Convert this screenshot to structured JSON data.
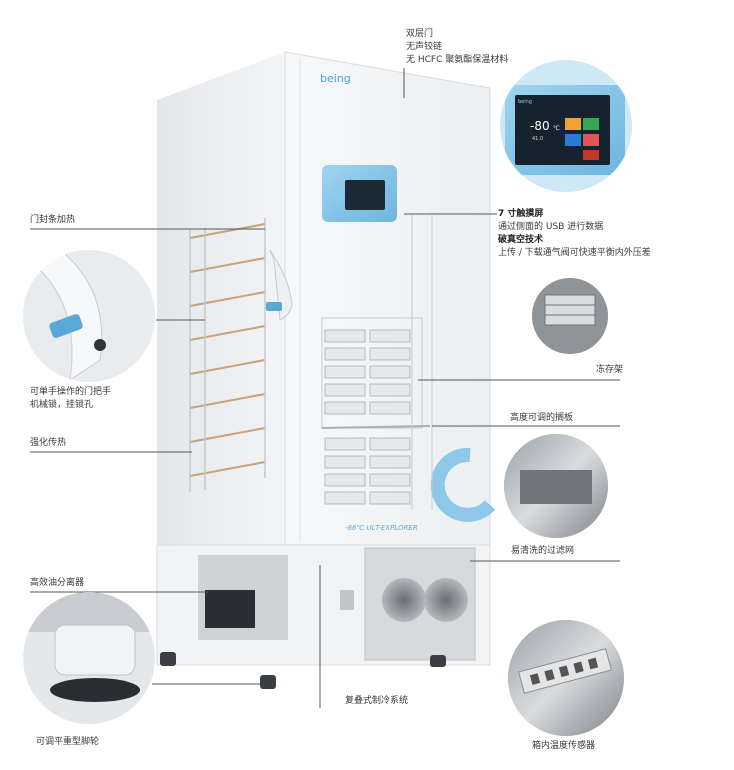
{
  "brand": "being",
  "screen": {
    "brand": "being",
    "temp": "-80",
    "unit": "℃",
    "small_value": "41.0"
  },
  "front_badge": "-86℃ ULT-EXPLORER",
  "callouts": {
    "door": [
      "双层门",
      "无声铰链",
      "无 HCFC 聚氨酯保温材料"
    ],
    "touch_title": "7 寸触摸屏",
    "touch_desc": "通过侧面的 USB 进行数据",
    "vacuum_title": "破真空技术",
    "vacuum_desc": "上传 / 下载通气阀可快速平衡内外压差",
    "seal": "门封条加热",
    "handle": [
      "可单手操作的门把手",
      "机械锁，挂锁孔"
    ],
    "heat": "强化传热",
    "rack": "冻存架",
    "shelf": "高度可调的搁板",
    "filter": "易清洗的过滤网",
    "oil": "高效油分离器",
    "cascade": "复叠式制冷系统",
    "caster": "可调平重型脚轮",
    "sensor": "箱内温度传感器"
  },
  "colors": {
    "accent_blue": "#7fc3e6",
    "cabinet": "#f4f6f8",
    "line": "#555555"
  }
}
